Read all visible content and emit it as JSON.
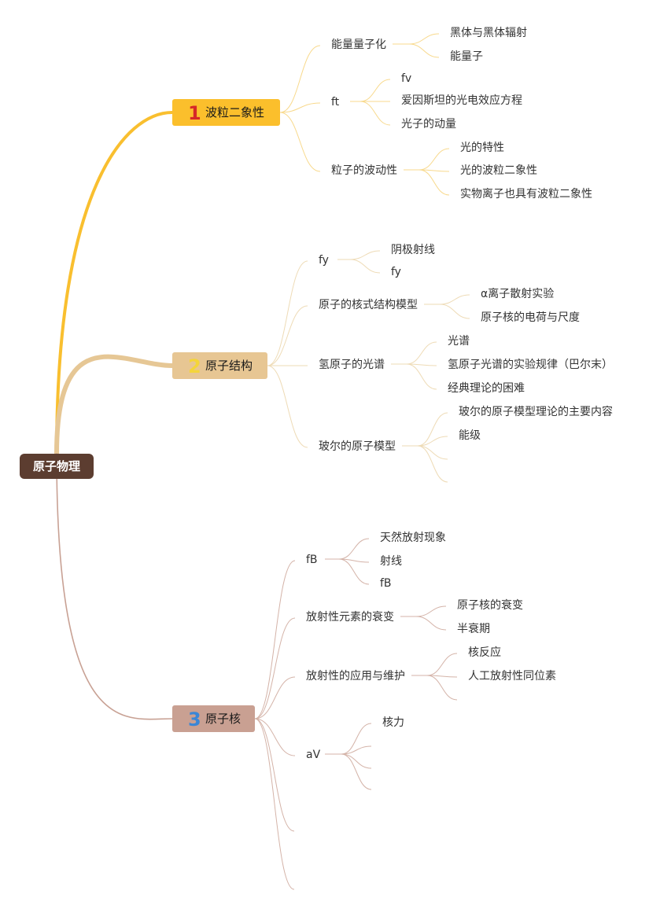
{
  "root": {
    "label": "原子物理",
    "color": "#5c3d30"
  },
  "branches": [
    {
      "num": "1",
      "label": "波粒二象性",
      "box_color": "#fbbf2c",
      "num_color": "#d62828",
      "main_line_color": "#f9bf2f",
      "line_color": "#f8d98c",
      "children": [
        {
          "label": "能量量子化",
          "children": [
            "黑体与黑体辐射",
            "能量子"
          ]
        },
        {
          "label": "ft",
          "children": [
            "fv",
            "爱因斯坦的光电效应方程",
            "光子的动量"
          ]
        },
        {
          "label": "粒子的波动性",
          "children": [
            "光的特性",
            "光的波粒二象性",
            "实物离子也具有波粒二象性"
          ]
        }
      ]
    },
    {
      "num": "2",
      "label": "原子结构",
      "box_color": "#e7c693",
      "num_color": "#f4d53a",
      "main_line_color": "#e6c795",
      "line_color": "#eedbb6",
      "children": [
        {
          "label": "fy",
          "children": [
            "阴极射线",
            "fy"
          ]
        },
        {
          "label": "原子的核式结构模型",
          "children": [
            "α离子散射实验",
            "原子核的电荷与尺度"
          ]
        },
        {
          "label": "氢原子的光谱",
          "children": [
            "光谱",
            "氢原子光谱的实验规律（巴尔末）",
            "经典理论的困难"
          ]
        },
        {
          "label": "玻尔的原子模型",
          "children": [
            "玻尔的原子模型理论的主要内容",
            "能级",
            "",
            ""
          ]
        }
      ]
    },
    {
      "num": "3",
      "label": "原子核",
      "box_color": "#c9a092",
      "num_color": "#3a86d6",
      "main_line_color": "#c8a194",
      "line_color": "#d4b3a8",
      "children": [
        {
          "label": "fB",
          "children": [
            "天然放射现象",
            "射线",
            "fB"
          ]
        },
        {
          "label": "放射性元素的衰变",
          "children": [
            "原子核的衰变",
            "半衰期"
          ]
        },
        {
          "label": "放射性的应用与维护",
          "children": [
            "核反应",
            "人工放射性同位素",
            ""
          ]
        },
        {
          "label": "aV",
          "children": [
            "核力",
            "",
            "",
            ""
          ]
        },
        {
          "label": "",
          "children": []
        },
        {
          "label": "",
          "children": []
        }
      ]
    }
  ]
}
